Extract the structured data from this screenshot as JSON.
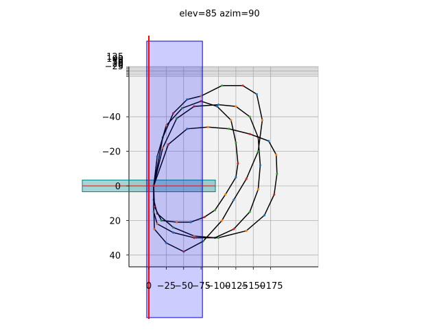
{
  "title": "elev=85 azim=90",
  "chart_data": {
    "type": "line",
    "title": "elev=85 azim=90",
    "view": {
      "elev": 85,
      "azim": 90
    },
    "xaxis": {
      "ticks": [
        0,
        -25,
        -50,
        -75,
        -100,
        -125,
        -150,
        -175
      ],
      "tick_labels": [
        "0",
        "−25",
        "−50",
        "−75",
        "−100",
        "−125",
        "−150",
        "−175"
      ]
    },
    "yaxis": {
      "ticks": [
        -40,
        -20,
        0,
        20,
        40
      ],
      "tick_labels": [
        "−40",
        "−20",
        "0",
        "20",
        "40"
      ]
    },
    "zaxis": {
      "tick_labels": [
        "125",
        "100",
        "75",
        "50",
        "25",
        "0",
        "−25"
      ]
    },
    "grid": true,
    "curves": [
      {
        "points": [
          [
            -7,
            0
          ],
          [
            -20,
            -22
          ],
          [
            -40,
            -39
          ],
          [
            -65,
            -46
          ],
          [
            -100,
            -47
          ],
          [
            -125,
            -46
          ],
          [
            -145,
            -40
          ],
          [
            -157,
            -28
          ],
          [
            -160,
            -12
          ],
          [
            -157,
            2
          ],
          [
            -145,
            15
          ],
          [
            -122,
            25
          ],
          [
            -95,
            30
          ],
          [
            -65,
            29
          ],
          [
            -35,
            24
          ],
          [
            -12,
            16
          ],
          [
            -7,
            8
          ]
        ]
      },
      {
        "points": [
          [
            -7,
            0
          ],
          [
            -20,
            -28
          ],
          [
            -35,
            -42
          ],
          [
            -55,
            -50
          ],
          [
            -75,
            -52
          ],
          [
            -105,
            -58
          ],
          [
            -135,
            -58
          ],
          [
            -155,
            -53
          ],
          [
            -163,
            -38
          ],
          [
            -157,
            -20
          ],
          [
            -140,
            -4
          ],
          [
            -122,
            8
          ],
          [
            -105,
            20
          ],
          [
            -78,
            32
          ],
          [
            -50,
            38
          ],
          [
            -25,
            33
          ],
          [
            -8,
            25
          ],
          [
            -7,
            12
          ]
        ]
      },
      {
        "points": [
          [
            -7,
            0
          ],
          [
            -28,
            -24
          ],
          [
            -55,
            -33
          ],
          [
            -85,
            -34
          ],
          [
            -115,
            -33
          ],
          [
            -145,
            -30
          ],
          [
            -172,
            -26
          ],
          [
            -183,
            -18
          ],
          [
            -184,
            -7
          ],
          [
            -180,
            5
          ],
          [
            -166,
            17
          ],
          [
            -140,
            26
          ],
          [
            -100,
            30
          ],
          [
            -65,
            30
          ],
          [
            -35,
            27
          ],
          [
            -12,
            22
          ],
          [
            -7,
            15
          ]
        ]
      },
      {
        "points": [
          [
            -7,
            0
          ],
          [
            -12,
            -17
          ],
          [
            -25,
            -35
          ],
          [
            -48,
            -45
          ],
          [
            -75,
            -49
          ],
          [
            -98,
            -46
          ],
          [
            -118,
            -38
          ],
          [
            -125,
            -25
          ],
          [
            -128,
            -13
          ],
          [
            -125,
            -5
          ],
          [
            -110,
            5
          ],
          [
            -95,
            14
          ],
          [
            -80,
            18
          ],
          [
            -60,
            21
          ],
          [
            -40,
            21
          ],
          [
            -18,
            20
          ],
          [
            -8,
            12
          ]
        ]
      }
    ],
    "rectangles": [
      {
        "name": "blue-panel",
        "color": "#0000ff",
        "fill_alpha": 0.2,
        "x_range": [
          3,
          -77
        ]
      },
      {
        "name": "teal-band",
        "color": "#008080",
        "fill_alpha": 0.35,
        "y_range": [
          -3,
          3
        ]
      }
    ],
    "reference_lines": [
      {
        "orientation": "vertical",
        "x": 0,
        "color": "#ff0000"
      },
      {
        "orientation": "horizontal",
        "y": 0,
        "color": "#ff0000"
      }
    ],
    "marker_colors": [
      "#1f77b4",
      "#ff7f0e",
      "#2ca02c",
      "#d62728"
    ],
    "line_color": "#000000"
  }
}
